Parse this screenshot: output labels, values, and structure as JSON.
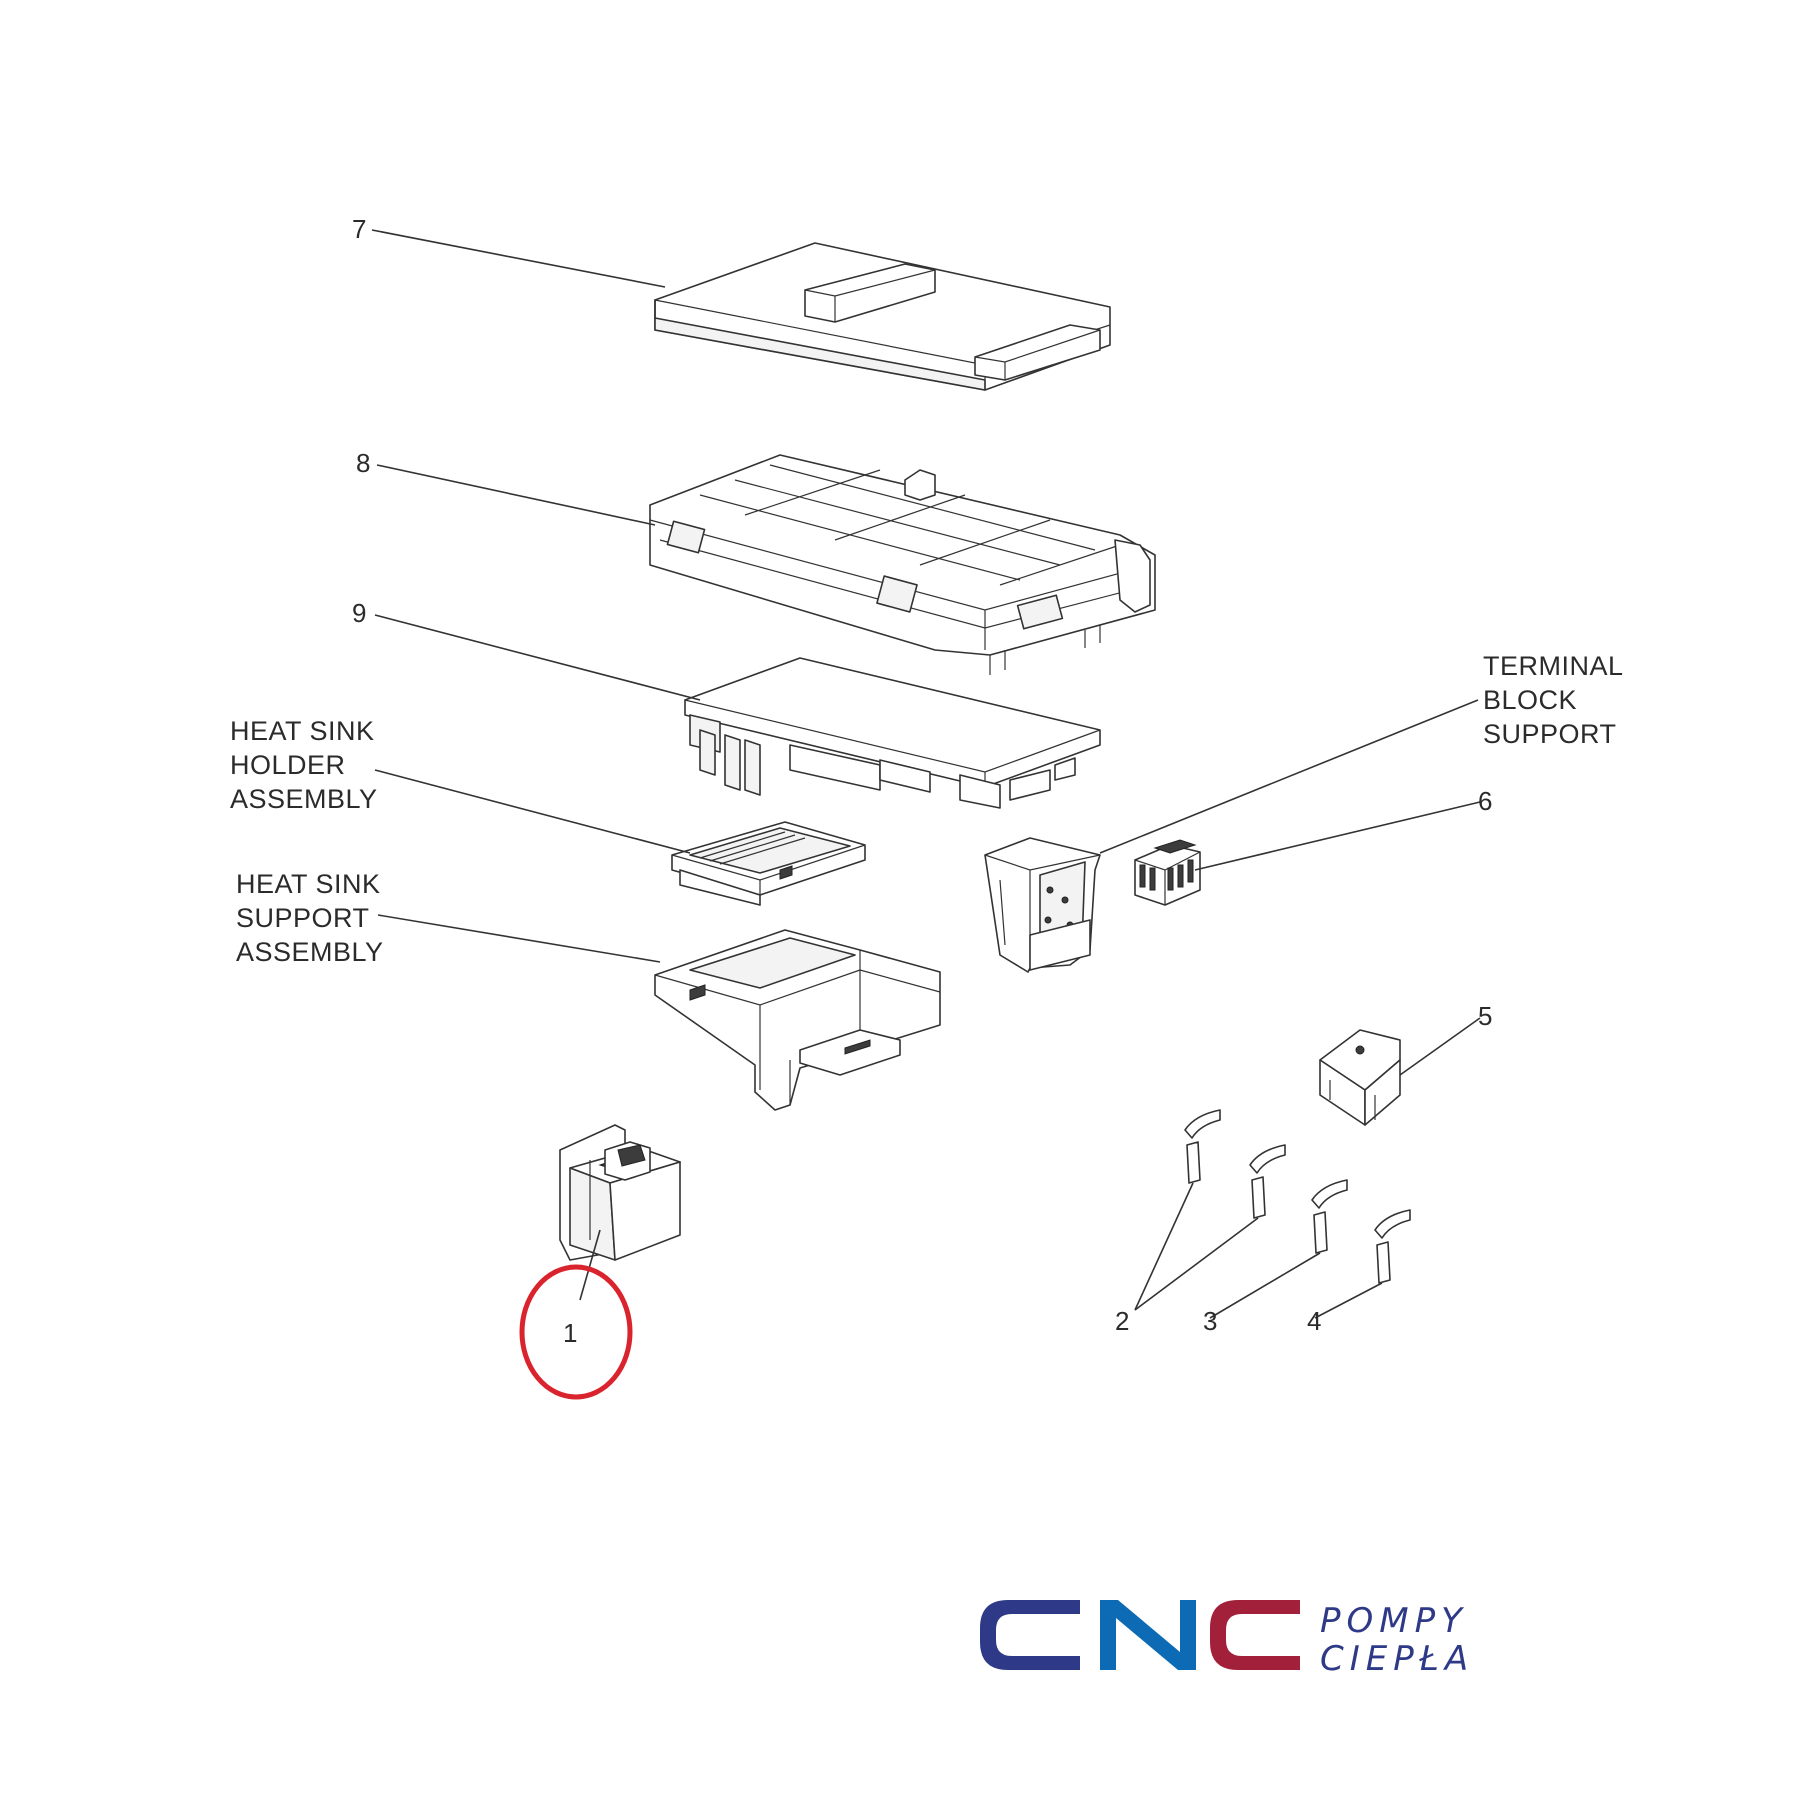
{
  "callouts": {
    "n7": "7",
    "n8": "8",
    "n9": "9",
    "n6": "6",
    "n5": "5",
    "n2": "2",
    "n3": "3",
    "n4": "4",
    "n1": "1"
  },
  "labels": {
    "terminal_block_support": [
      "TERMINAL",
      "BLOCK",
      "SUPPORT"
    ],
    "heat_sink_holder_assembly": [
      "HEAT SINK",
      "HOLDER",
      "ASSEMBLY"
    ],
    "heat_sink_support_assembly": [
      "HEAT SINK",
      "SUPPORT",
      "ASSEMBLY"
    ]
  },
  "highlight": {
    "part": "1",
    "color": "#d9232d"
  },
  "logo": {
    "letters": "CNC",
    "line1": "POMPY",
    "line2": "CIEPŁA",
    "color_primary": "#2e3a87",
    "color_accent": "#0d6bb5",
    "color_secondary": "#a3203a"
  }
}
